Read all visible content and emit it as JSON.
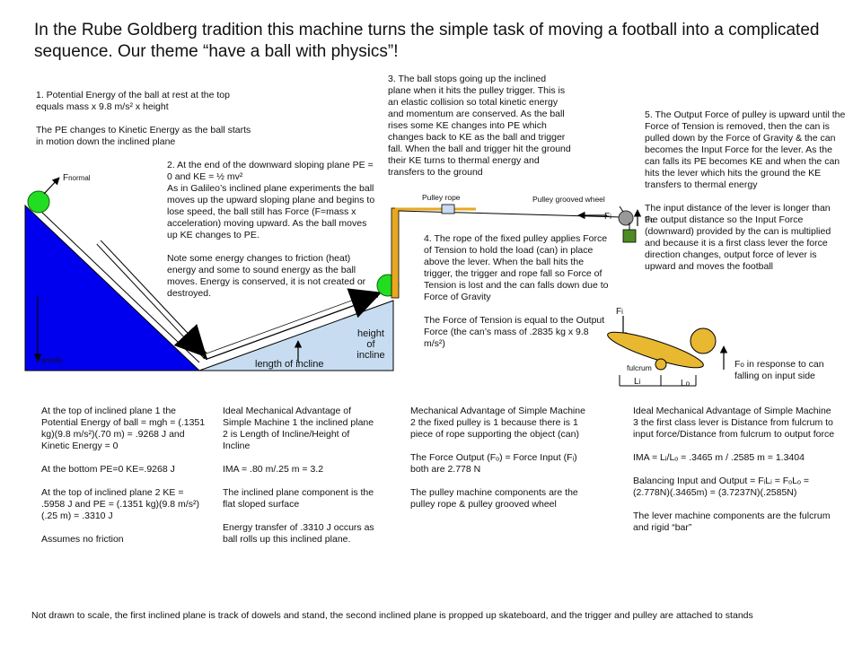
{
  "title": "In the Rube Goldberg tradition this machine turns the simple task of moving a football into a complicated sequence.  Our theme “have a ball with physics”!",
  "labels": {
    "f_normal": "F",
    "f_normal_sub": "normal",
    "f_gravity": "F",
    "f_gravity_sub": "gravity",
    "length_of_incline": "length of incline",
    "height_of_incline": "height\nof\nincline",
    "pulley_rope": "Pulley rope",
    "pulley_wheel": "Pulley grooved wheel",
    "fi_pulley": "F",
    "fi_pulley_sub": "i",
    "fo_pulley": "F",
    "fo_pulley_sub": "o",
    "fi_lever": "F",
    "fi_lever_sub": "i",
    "fulcrum": "fulcrum",
    "l_i": "L",
    "l_i_sub": "i",
    "l_o": "L",
    "l_o_sub": "o",
    "fo_lever": "F",
    "fo_lever_sub": "o",
    "fo_lever_text": " in response to can falling on input side"
  },
  "notes": {
    "n1": "1. Potential Energy of the ball at rest at the top equals mass x 9.8 m/s² x height\n\nThe PE changes to Kinetic Energy as the ball starts in motion down the inclined plane",
    "n2": "2.  At the end of the downward sloping plane PE = 0 and KE = ½ mv²\nAs in Galileo’s inclined plane experiments the ball moves up the upward sloping plane and begins to lose speed, the ball still has Force (F=mass x acceleration) moving upward. As the ball moves up KE changes to PE.\n\nNote some energy changes to friction (heat) energy and some to sound energy as the ball moves. Energy is conserved, it is not created or destroyed.",
    "n3": "3. The ball stops going up the inclined plane when it hits the pulley trigger. This is an elastic collision so total kinetic energy and momentum are conserved. As the ball rises some KE changes into PE which changes back to KE as the ball and trigger fall. When the ball and trigger hit the ground their KE turns to thermal energy and transfers to the ground",
    "n4": "4. The rope of the fixed pulley applies Force of Tension to hold the load (can) in place above the lever. When the ball hits the trigger, the trigger and rope fall so Force of Tension is lost and the can falls down due to Force of Gravity\n\nThe Force of Tension is equal to the Output Force (the can’s mass of .2835 kg x 9.8 m/s²)",
    "n5": "5. The Output Force of pulley is upward until the Force of Tension is removed, then the can is pulled down by the Force of Gravity & the can becomes the Input Force for the lever. As the can falls its PE becomes KE and when the can hits the lever which hits the ground the KE transfers to thermal energy\n\nThe input distance of the lever is longer than the output distance so the Input Force (downward) provided by the can is multiplied and because it is a first class lever the force direction changes, output force of lever is upward and moves the football"
  },
  "calc": {
    "c1": "At the top of inclined plane 1 the Potential Energy of ball = mgh = (.1351 kg)(9.8 m/s²)(.70 m) = .9268 J and Kinetic Energy = 0\n\nAt the bottom PE=0 KE=.9268 J\n\nAt the top of inclined plane 2 KE = .5958 J and PE = (.1351 kg)(9.8 m/s²)(.25 m) = .3310 J\n\nAssumes no friction",
    "c2": "Ideal Mechanical Advantage of Simple Machine 1 the inclined plane 2 is Length of Incline/Height of Incline\n\nIMA = .80 m/.25 m = 3.2\n\nThe inclined plane component is the flat sloped surface\n\nEnergy transfer of .3310 J occurs as ball rolls up this inclined plane.",
    "c3": "Mechanical Advantage of Simple Machine 2 the fixed pulley is 1 because there is 1 piece of rope supporting the object (can)\n\nThe Force Output (Fₒ) = Force Input (Fᵢ) both are 2.778 N\n\nThe pulley machine components are the pulley rope & pulley grooved wheel",
    "c4": "Ideal Mechanical Advantage of Simple Machine 3 the first class lever is Distance from fulcrum to input force/Distance from fulcrum to output force\n\nIMA = Lᵢ/Lₒ = .3465 m / .2585 m = 1.3404\n\nBalancing Input and Output = FᵢLᵢ = FₒLₒ = (2.778N)(.3465m) = (3.7237N)(.2585N)\n\nThe lever machine components are the fulcrum and rigid “bar”"
  },
  "footer": "Not drawn to scale, the first inclined plane is track of dowels and stand, the second inclined plane is propped up skateboard, and the trigger and pulley are attached to stands",
  "colors": {
    "incline1": "#0000ee",
    "incline2": "#c7dcf0",
    "ball": "#22dd22",
    "stand": "#e8a820",
    "lever": "#e8b830",
    "can": "#4f8a22"
  }
}
